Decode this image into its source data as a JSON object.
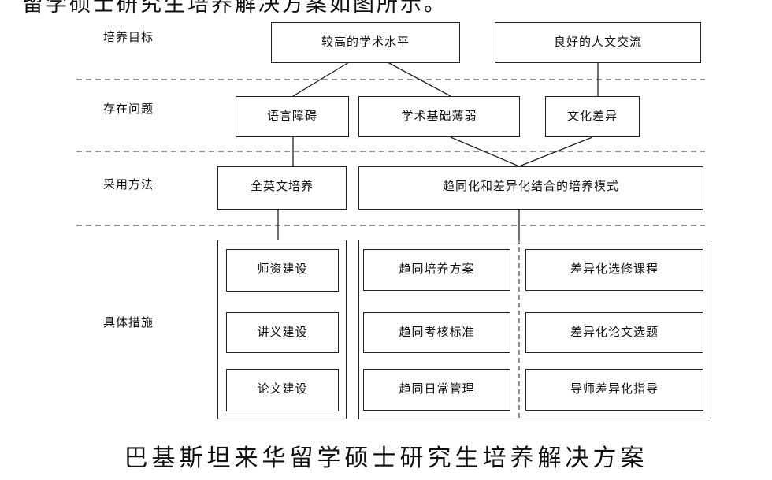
{
  "intro_text": "留学硕士研究生培养解决方案如图所示。",
  "caption": "巴基斯坦来华留学硕士研究生培养解决方案",
  "rows": {
    "goals": "培养目标",
    "problems": "存在问题",
    "methods": "采用方法",
    "measures": "具体措施"
  },
  "goals": {
    "academic": "较高的学术水平",
    "humanities": "良好的人文交流"
  },
  "problems": {
    "language": "语言障碍",
    "foundation": "学术基础薄弱",
    "culture": "文化差异"
  },
  "methods": {
    "english": "全英文培养",
    "mode": "趋同化和差异化结合的培养模式"
  },
  "measures": {
    "faculty": "师资建设",
    "handouts": "讲义建设",
    "thesis": "论文建设",
    "conv_plan": "趋同培养方案",
    "conv_assessment": "趋同考核标准",
    "conv_management": "趋同日常管理",
    "diff_courses": "差异化选修课程",
    "diff_topics": "差异化论文选题",
    "diff_guidance": "导师差异化指导"
  }
}
